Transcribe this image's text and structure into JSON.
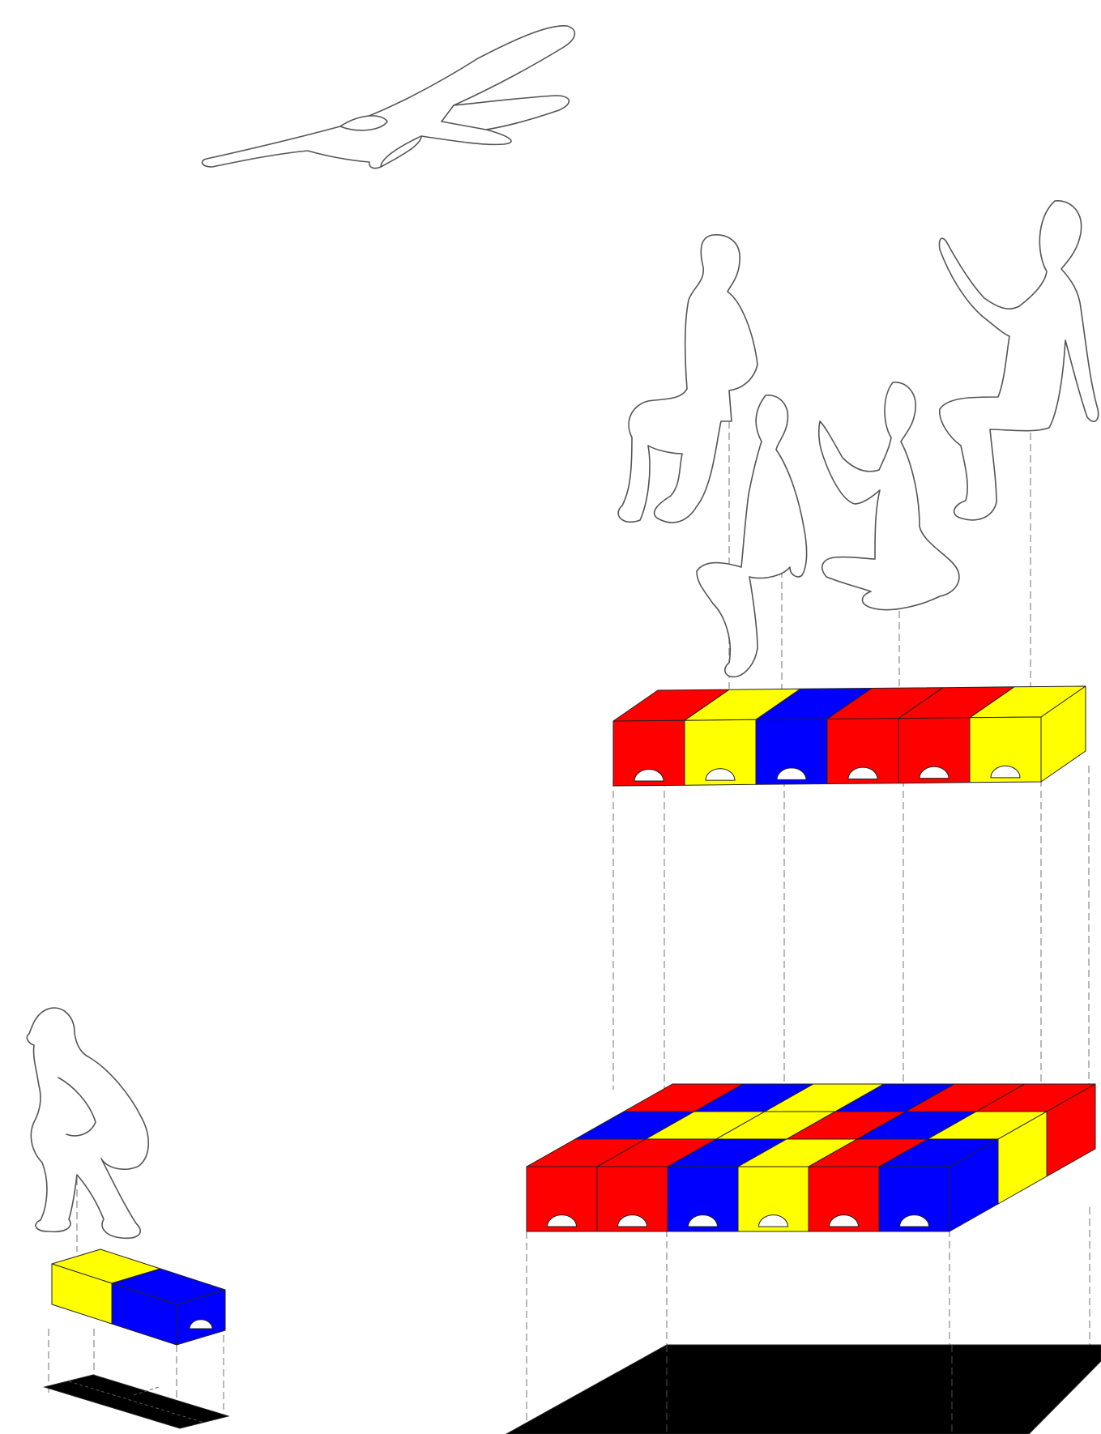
{
  "colors": {
    "red": "#ff0000",
    "yellow": "#ffff00",
    "blue": "#0000ff",
    "base": "#000000",
    "outline": "#555555",
    "background": "#ffffff"
  },
  "icons": [
    "glider-icon",
    "person-sitting-icon",
    "person-pointing-icon",
    "person-crouching-icon"
  ],
  "small_unit": {
    "block_colors": [
      "yellow",
      "blue"
    ]
  },
  "bench_row": {
    "block_colors": [
      "red",
      "yellow",
      "blue",
      "red",
      "red",
      "yellow"
    ]
  },
  "platform": {
    "back_row": [
      "red",
      "blue",
      "yellow",
      "blue",
      "red",
      "red"
    ],
    "middle_row": [
      "blue",
      "yellow",
      "yellow",
      "red",
      "blue",
      "yellow"
    ],
    "front_row": [
      "red",
      "red",
      "blue",
      "yellow",
      "red",
      "blue"
    ]
  }
}
